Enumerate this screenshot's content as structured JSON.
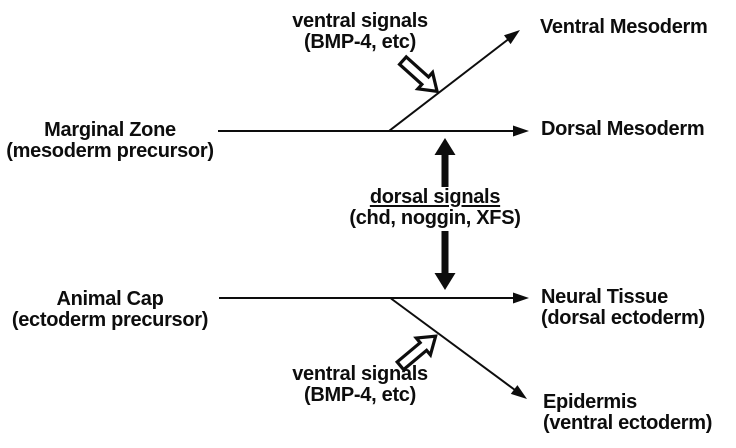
{
  "canvas": {
    "background": "#ffffff",
    "ink": "#0d0d0d"
  },
  "nodes": {
    "marginal_zone": {
      "title": "Marginal Zone",
      "subtitle": "(mesoderm precursor)"
    },
    "animal_cap": {
      "title": "Animal Cap",
      "subtitle": "(ectoderm precursor)"
    },
    "ventral_mesoderm": {
      "title": "Ventral Mesoderm"
    },
    "dorsal_mesoderm": {
      "title": "Dorsal Mesoderm"
    },
    "neural_tissue": {
      "title": "Neural Tissue",
      "subtitle": "(dorsal ectoderm)"
    },
    "epidermis": {
      "title": "Epidermis",
      "subtitle": "(ventral ectoderm)"
    }
  },
  "signals": {
    "ventral_top": {
      "title": "ventral signals",
      "subtitle": "(BMP-4, etc)"
    },
    "dorsal": {
      "title": "dorsal signals",
      "subtitle": "(chd, noggin, XFS)"
    },
    "ventral_bottom": {
      "title": "ventral signals",
      "subtitle": "(BMP-4, etc)"
    }
  }
}
